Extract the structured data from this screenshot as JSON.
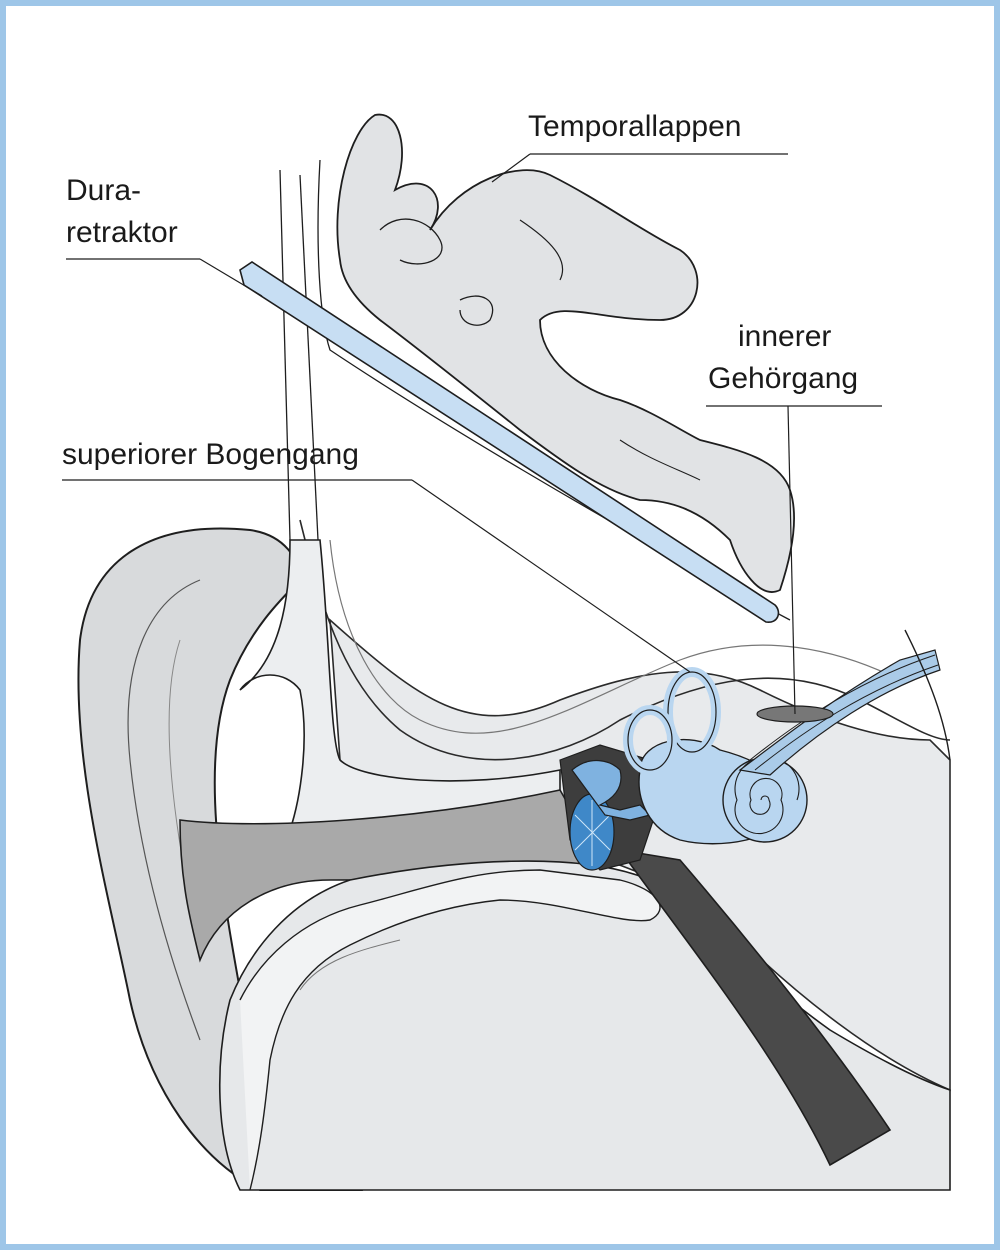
{
  "labels": {
    "temporal_lobe": "Temporallappen",
    "dura_retractor_line1": "Dura-",
    "dura_retractor_line2": "retraktor",
    "internal_canal_line1": "innerer",
    "internal_canal_line2": "Gehörgang",
    "superior_canal": "superiorer Bogengang"
  },
  "colors": {
    "frame": "#9ec6e8",
    "tissue_gray": "#e4e6e8",
    "bone_light": "#eef0f2",
    "ear_canal": "#a8a8a8",
    "dark_structure": "#404040",
    "inner_ear_blue": "#b9d6f0",
    "eardrum_blue": "#3f88c8",
    "outline": "#1e1e1e"
  }
}
